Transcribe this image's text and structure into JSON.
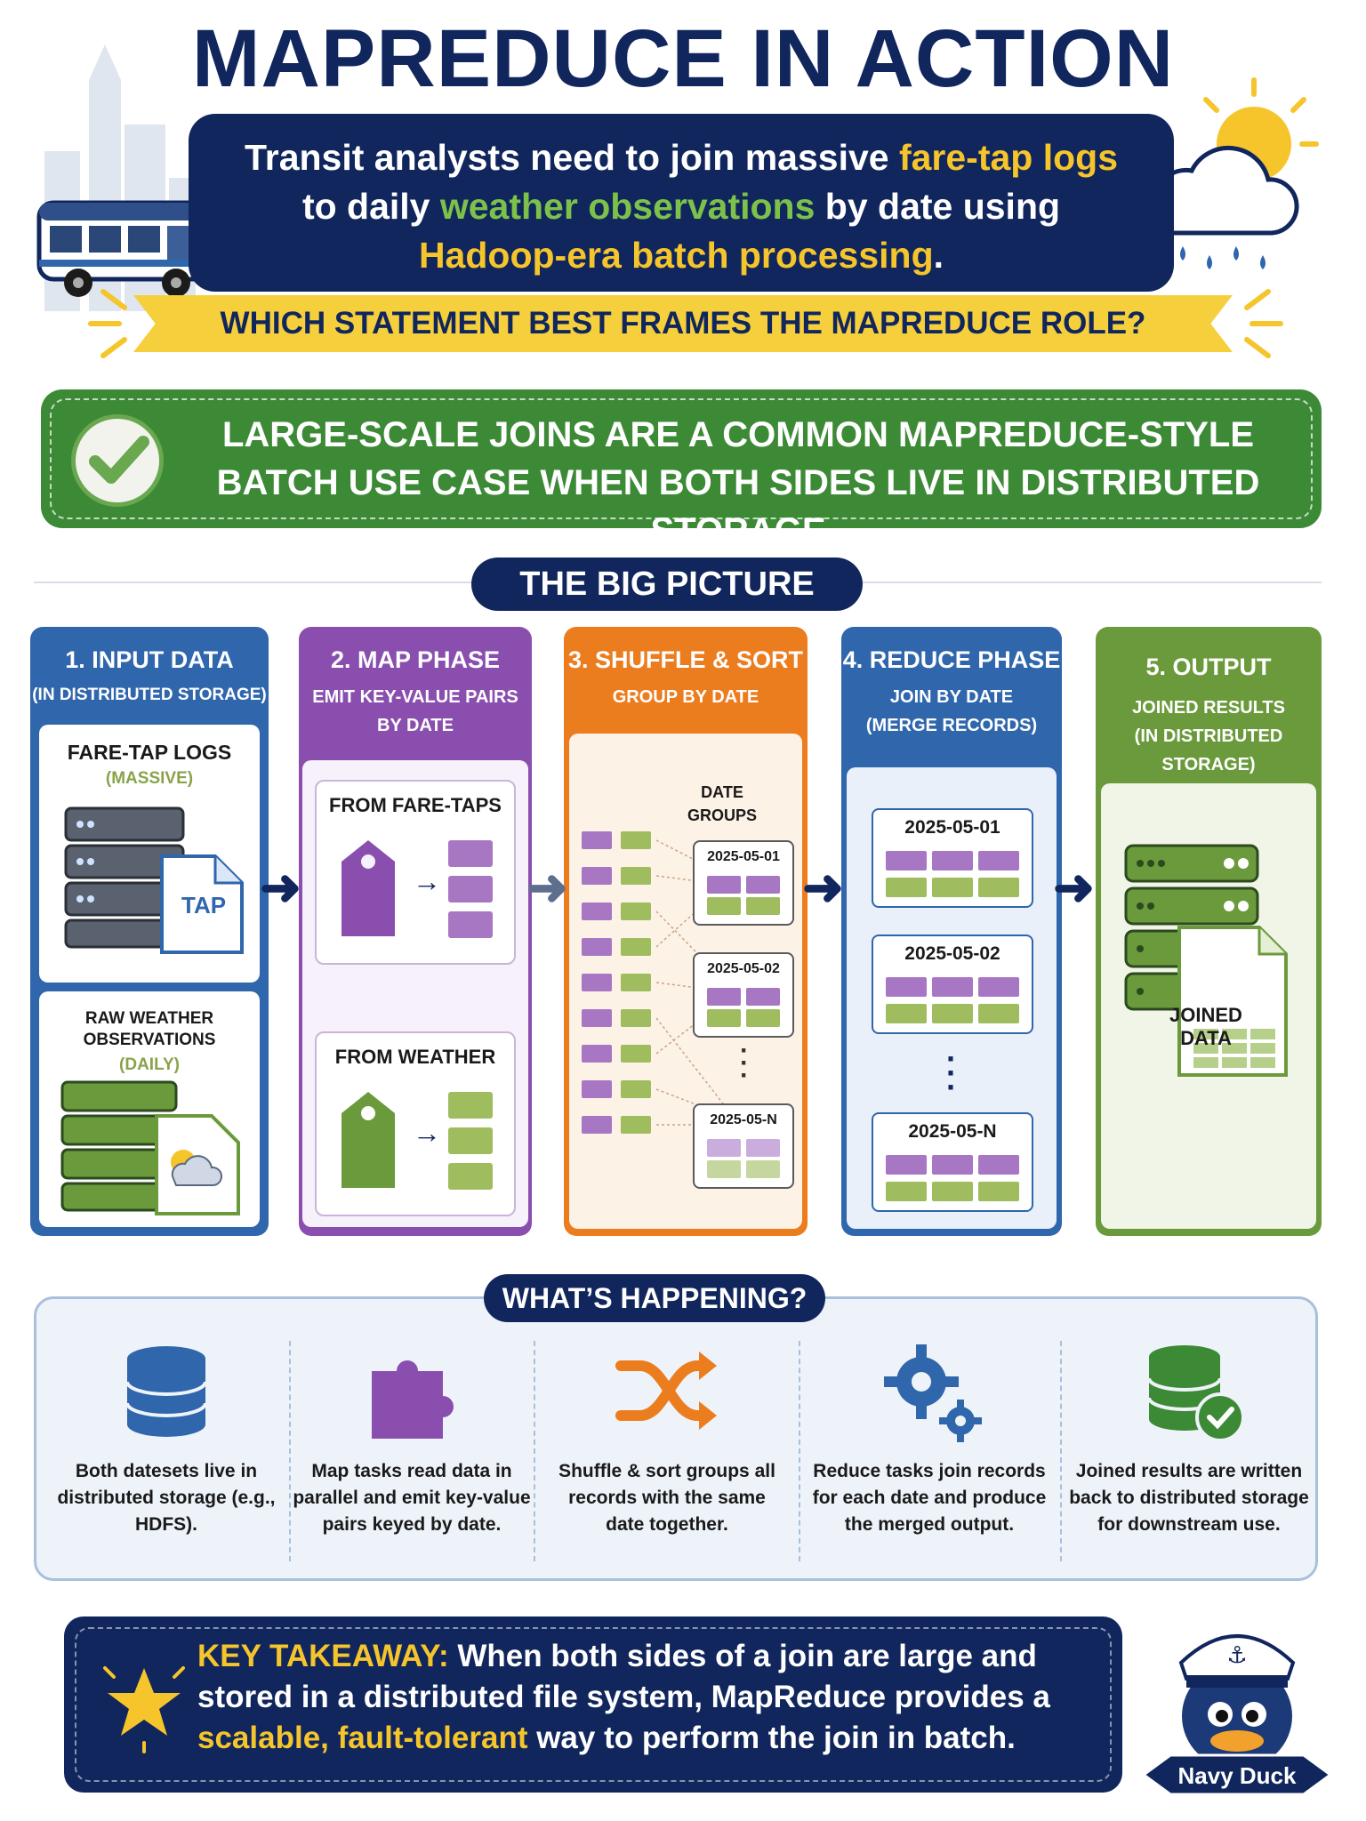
{
  "header": {
    "title": "MAPREDUCE IN ACTION",
    "question_lines": [
      [
        {
          "t": "Transit analysts need to join massive ",
          "c": ""
        },
        {
          "t": "fare-tap logs",
          "c": "y"
        }
      ],
      [
        {
          "t": "to daily ",
          "c": ""
        },
        {
          "t": "weather observations",
          "c": "g"
        },
        {
          "t": " by date using",
          "c": ""
        }
      ],
      [
        {
          "t": "Hadoop-era batch processing",
          "c": "y"
        },
        {
          "t": ".",
          "c": ""
        }
      ]
    ],
    "prompt": "WHICH STATEMENT BEST FRAMES THE MAPREDUCE ROLE?"
  },
  "answer": {
    "line1": "LARGE-SCALE JOINS ARE A COMMON MAPREDUCE-STYLE",
    "line2": "BATCH USE CASE WHEN BOTH SIDES LIVE IN DISTRIBUTED STORAGE"
  },
  "big_picture": {
    "label": "THE BIG PICTURE",
    "steps": [
      {
        "title": "1. INPUT DATA",
        "sub1": "(IN DISTRIBUTED STORAGE)",
        "sub2": "",
        "color": "#2f66ac"
      },
      {
        "title": "2. MAP PHASE",
        "sub1": "EMIT KEY-VALUE PAIRS",
        "sub2": "BY DATE",
        "color": "#8a4fae"
      },
      {
        "title": "3. SHUFFLE & SORT",
        "sub1": "GROUP BY DATE",
        "sub2": "",
        "color": "#ec7d1f"
      },
      {
        "title": "4. REDUCE PHASE",
        "sub1": "JOIN BY DATE",
        "sub2": "(MERGE RECORDS)",
        "color": "#2f66ac"
      },
      {
        "title": "5. OUTPUT",
        "sub1": "JOINED RESULTS",
        "sub2": "(IN DISTRIBUTED STORAGE)",
        "color": "#6b9a3c"
      }
    ],
    "input": {
      "fare_title": "FARE-TAP LOGS",
      "fare_sub": "(MASSIVE)",
      "tap_label": "TAP",
      "weather_title_1": "RAW WEATHER",
      "weather_title_2": "OBSERVATIONS",
      "weather_sub": "(DAILY)"
    },
    "map": {
      "from_fare": "FROM FARE-TAPS",
      "from_weather": "FROM WEATHER"
    },
    "shuffle": {
      "groups_label_1": "DATE",
      "groups_label_2": "GROUPS",
      "dates": [
        "2025-05-01",
        "2025-05-02",
        "2025-05-N"
      ]
    },
    "reduce": {
      "dates": [
        "2025-05-01",
        "2025-05-02",
        "2025-05-N"
      ]
    },
    "output": {
      "doc_label_1": "JOINED",
      "doc_label_2": "DATA"
    }
  },
  "whats_happening": {
    "label": "WHAT’S HAPPENING?",
    "items": [
      {
        "icon": "database-icon",
        "text": "Both datesets live in distributed storage (e.g., HDFS)."
      },
      {
        "icon": "puzzle-icon",
        "text": "Map tasks read data in parallel and emit key-value pairs keyed by date."
      },
      {
        "icon": "shuffle-icon",
        "text": "Shuffle & sort groups all records with the same date together."
      },
      {
        "icon": "gears-icon",
        "text": "Reduce tasks join records for each date and produce the merged output."
      },
      {
        "icon": "database-check-icon",
        "text": "Joined results are written back to distributed storage for downstream use."
      }
    ]
  },
  "takeaway": {
    "lead": "KEY TAKEAWAY:",
    "parts": [
      {
        "t": " When both sides of a join are large and stored in a distributed file system, MapReduce provides a ",
        "c": ""
      },
      {
        "t": "scalable, fault-tolerant",
        "c": "y"
      },
      {
        "t": " way to perform the join in batch.",
        "c": ""
      }
    ]
  },
  "mascot": {
    "name": "Navy Duck"
  },
  "colors": {
    "navy": "#10265c",
    "yellow": "#f5c52b",
    "green": "#3d8a36",
    "purple": "#8a4fae",
    "orange": "#ec7d1f",
    "blue": "#2f66ac"
  }
}
